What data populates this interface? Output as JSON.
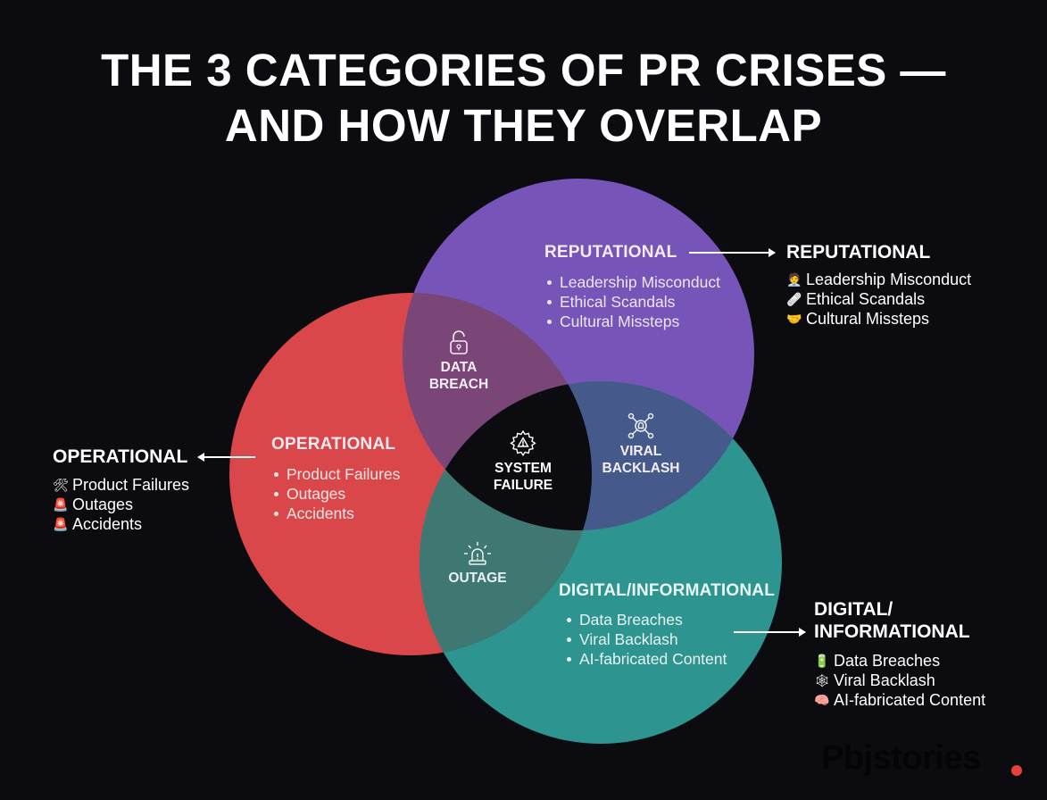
{
  "title": {
    "line1": "THE 3 CATEGORIES OF PR CRISES —",
    "line2": "AND HOW THEY OVERLAP"
  },
  "colors": {
    "background": "#0c0c10",
    "operational": "#d9474a",
    "reputational": "#7654b8",
    "digital": "#2e9490",
    "operational_reputational": "#7a4577",
    "reputational_digital": "#455a8a",
    "operational_digital": "#3f7773",
    "center": "#0b0b10",
    "brand_dot": "#e8403f"
  },
  "venn": {
    "circles": [
      {
        "id": "operational",
        "label": "OPERATIONAL",
        "items": [
          "Product Failures",
          "Outages",
          "Accidents"
        ]
      },
      {
        "id": "reputational",
        "label": "REPUTATIONAL",
        "items": [
          "Leadership Misconduct",
          "Ethical Scandals",
          "Cultural Missteps"
        ]
      },
      {
        "id": "digital",
        "label": "DIGITAL/INFORMATIONAL",
        "items": [
          "Data Breaches",
          "Viral Backlash",
          "AI-fabricated Content"
        ]
      }
    ],
    "overlaps": {
      "operational_reputational": {
        "line1": "DATA",
        "line2": "BREACH",
        "icon": "unlock-icon"
      },
      "reputational_digital": {
        "line1": "VIRAL",
        "line2": "BACKLASH",
        "icon": "network-alert-icon"
      },
      "operational_digital": {
        "line1": "OUTAGE",
        "icon": "siren-icon"
      },
      "center": {
        "line1": "SYSTEM",
        "line2": "FAILURE",
        "icon": "gear-warning-icon"
      }
    }
  },
  "callouts": {
    "operational": {
      "heading": "OPERATIONAL",
      "items": [
        {
          "emoji": "🛠",
          "icon": "tools-icon",
          "label": "Product Failures"
        },
        {
          "emoji": "🚨",
          "icon": "siren-icon",
          "label": "Outages"
        },
        {
          "emoji": "🚨",
          "icon": "siren-icon",
          "label": "Accidents"
        }
      ]
    },
    "reputational": {
      "heading": "REPUTATIONAL",
      "items": [
        {
          "emoji": "🧑‍💼",
          "icon": "businessperson-icon",
          "label": "Leadership Misconduct"
        },
        {
          "emoji": "🩹",
          "icon": "bandage-icon",
          "label": "Ethical Scandals"
        },
        {
          "emoji": "🤝",
          "icon": "handshake-icon",
          "label": "Cultural Missteps"
        }
      ]
    },
    "digital": {
      "heading_line1": "DIGITAL/",
      "heading_line2": "INFORMATIONAL",
      "items": [
        {
          "emoji": "🔋",
          "icon": "database-icon",
          "label": "Data Breaches"
        },
        {
          "emoji": "🕸",
          "icon": "network-icon",
          "label": "Viral Backlash"
        },
        {
          "emoji": "🧠",
          "icon": "brain-icon",
          "label": "AI-fabricated Content"
        }
      ]
    }
  },
  "brand": {
    "name": "Pbjstories"
  }
}
